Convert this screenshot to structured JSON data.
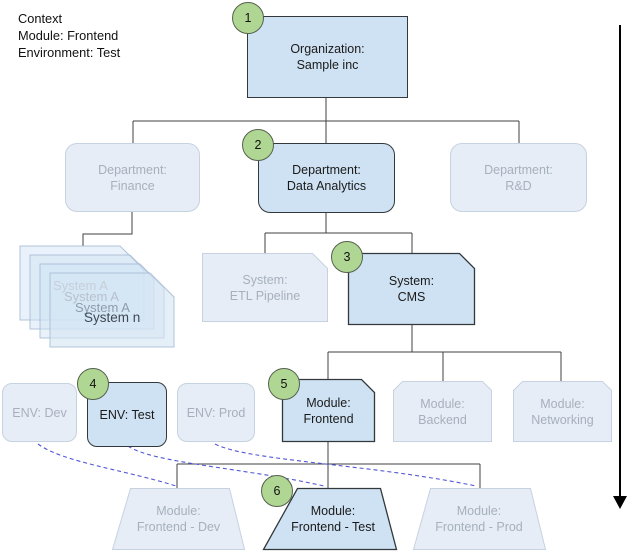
{
  "context": {
    "title": "Context",
    "line1": "Module: Frontend",
    "line2": "Environment: Test"
  },
  "steps": {
    "s1": "1",
    "s2": "2",
    "s3": "3",
    "s4": "4",
    "s5": "5",
    "s6": "6"
  },
  "nodes": {
    "organization": {
      "line1": "Organization:",
      "line2": "Sample inc"
    },
    "finance": {
      "line1": "Department:",
      "line2": "Finance"
    },
    "data_analytics": {
      "line1": "Department:",
      "line2": "Data Analytics"
    },
    "rnd": {
      "line1": "Department:",
      "line2": "R&D"
    },
    "etl": {
      "line1": "System:",
      "line2": "ETL Pipeline"
    },
    "cms": {
      "line1": "System:",
      "line2": "CMS"
    },
    "env_dev": {
      "line1": "ENV: Dev"
    },
    "env_test": {
      "line1": "ENV: Test"
    },
    "env_prod": {
      "line1": "ENV: Prod"
    },
    "mod_frontend": {
      "line1": "Module:",
      "line2": "Frontend"
    },
    "mod_backend": {
      "line1": "Module:",
      "line2": "Backend"
    },
    "mod_networking": {
      "line1": "Module:",
      "line2": "Networking"
    },
    "dep_dev": {
      "line1": "Module:",
      "line2": "Frontend - Dev"
    },
    "dep_test": {
      "line1": "Module:",
      "line2": "Frontend - Test"
    },
    "dep_prod": {
      "line1": "Module:",
      "line2": "Frontend - Prod"
    }
  },
  "stack": {
    "card1": "System A",
    "card2": "System A",
    "card3": "System A",
    "card4": "System n"
  },
  "colors": {
    "active_fill": "#cfe2f3",
    "active_stroke": "#33383c",
    "faded_fill": "#e7edf6",
    "faded_stroke": "#c6d2e0",
    "step_fill": "#b0d694",
    "dashed_line": "#5356d6",
    "connector": "#424242",
    "arrow": "#000000"
  }
}
